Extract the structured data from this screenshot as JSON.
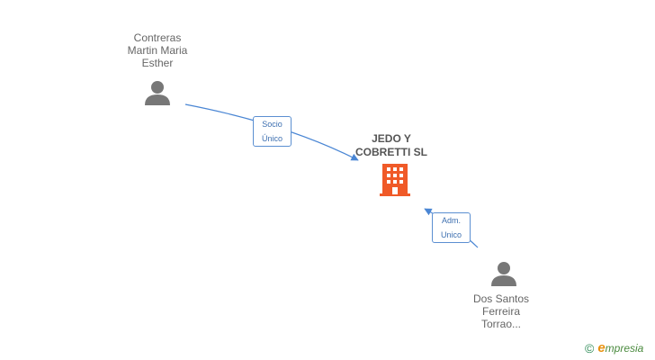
{
  "nodes": {
    "person1": {
      "name_lines": [
        "Contreras",
        "Martin Maria",
        "Esther"
      ]
    },
    "company": {
      "name_lines": [
        "JEDO Y",
        "COBRETTI SL"
      ]
    },
    "person2": {
      "name_lines": [
        "Dos Santos",
        "Ferreira",
        "Torrao..."
      ]
    }
  },
  "edges": {
    "socio": {
      "lines": [
        "Socio",
        "Único"
      ]
    },
    "adm": {
      "lines": [
        "Adm.",
        "Unico"
      ]
    }
  },
  "brand": {
    "symbol": "©",
    "initial": "e",
    "rest": "mpresia"
  },
  "colors": {
    "edge": "#4a86d4",
    "person": "#777777",
    "company": "#f05a28"
  }
}
